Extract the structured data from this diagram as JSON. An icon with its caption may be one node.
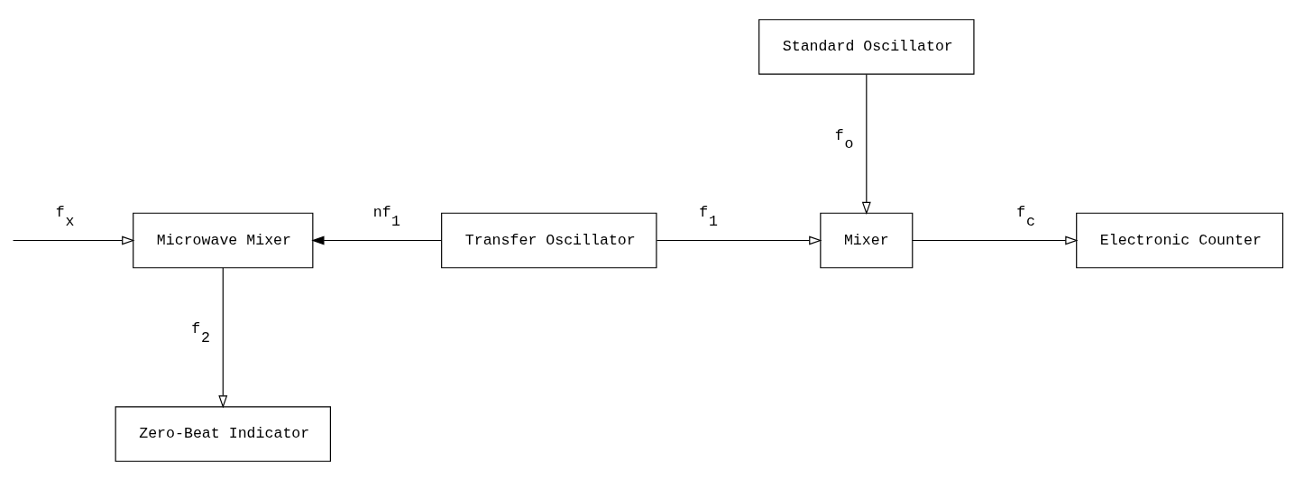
{
  "diagram": {
    "nodes": [
      {
        "text": [
          "Microwave Mixer"
        ]
      },
      {
        "text": [
          "Transfer Oscillator"
        ]
      },
      {
        "text": [
          "Mixer"
        ]
      },
      {
        "text": [
          "Electronic Counter"
        ]
      },
      {
        "text": [
          "Zero-Beat Indicator"
        ]
      },
      {
        "text": [
          "Standard Oscillator"
        ]
      }
    ],
    "edges": [
      {
        "from": null,
        "to": 0,
        "arrow": "to",
        "label": "f$_{x}$"
      },
      {
        "from": 1,
        "to": 0,
        "arrow": "to",
        "label": "nf$_{1}$"
      },
      {
        "from": 1,
        "to": 2,
        "arrow": "to",
        "label": "f$_{1}$"
      },
      {
        "from": 2,
        "to": 3,
        "arrow": "to",
        "label": "f$_{c}$"
      },
      {
        "from": 0,
        "to": 4,
        "arrow": "to",
        "label": "f$_{2}$"
      },
      {
        "from": 5,
        "to": 2,
        "arrow": "to",
        "label": "f$_{o}$"
      }
    ]
  }
}
